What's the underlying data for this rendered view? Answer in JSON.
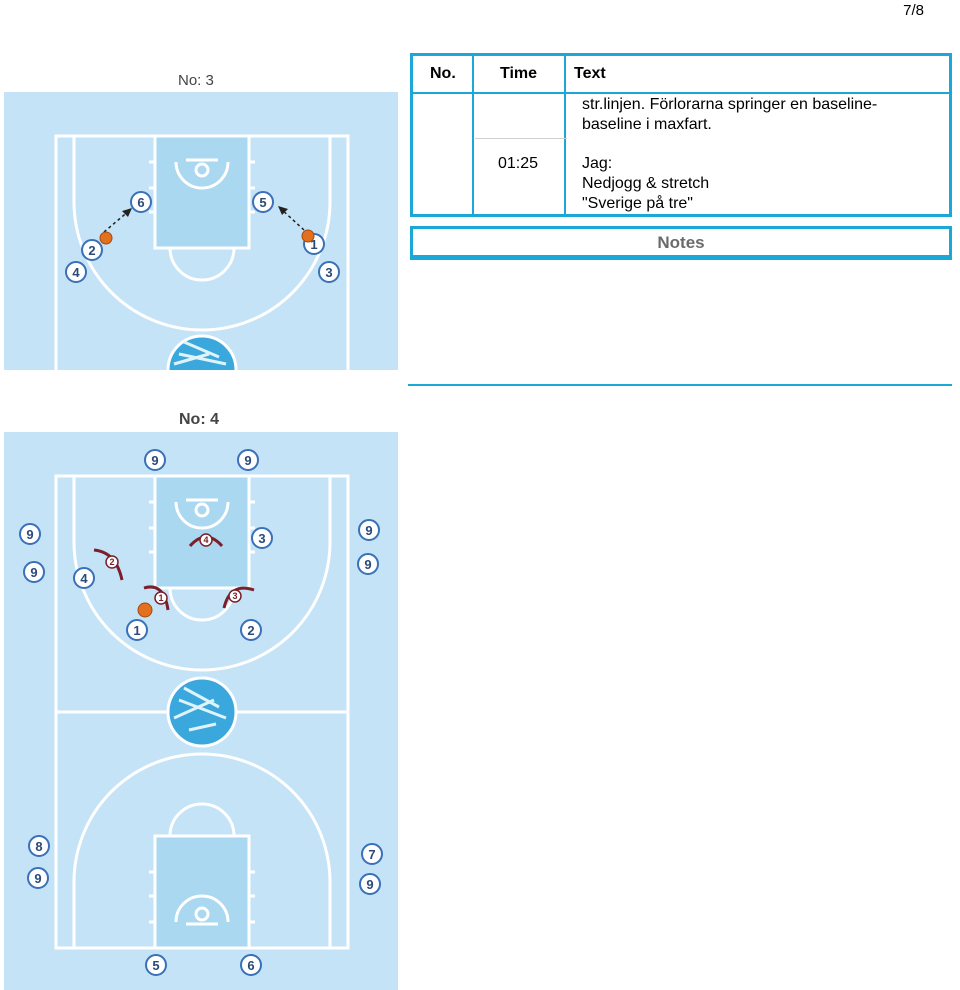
{
  "page_number": "7/8",
  "drills": [
    {
      "label": "No: 3",
      "players": [
        "1",
        "2",
        "3",
        "4",
        "5",
        "6"
      ]
    },
    {
      "label": "No: 4",
      "players": [
        "9",
        "9",
        "9",
        "9",
        "9",
        "9",
        "3",
        "4",
        "1",
        "2",
        "8",
        "9",
        "7",
        "9",
        "5",
        "6"
      ],
      "defenders": [
        "4",
        "2",
        "1",
        "3"
      ]
    }
  ],
  "table": {
    "headers": {
      "no": "No.",
      "time": "Time",
      "text": "Text"
    },
    "rows": [
      {
        "no": "",
        "time": "",
        "text_lines": [
          "str.linjen. Förlorarna springer en baseline-",
          "baseline i maxfart."
        ]
      },
      {
        "no": "",
        "time": "01:25",
        "text_lines": [
          "Jag:",
          "Nedjogg & stretch",
          "\"Sverige på tre\""
        ]
      }
    ]
  },
  "notes_label": "Notes",
  "colors": {
    "accent": "#1ba8d6",
    "court_bg": "#c4e3f7",
    "court_paint": "#a9d8f0",
    "player_circle": "#3a70b8",
    "defender": "#7a1f2b",
    "ball": "#e3701f"
  }
}
